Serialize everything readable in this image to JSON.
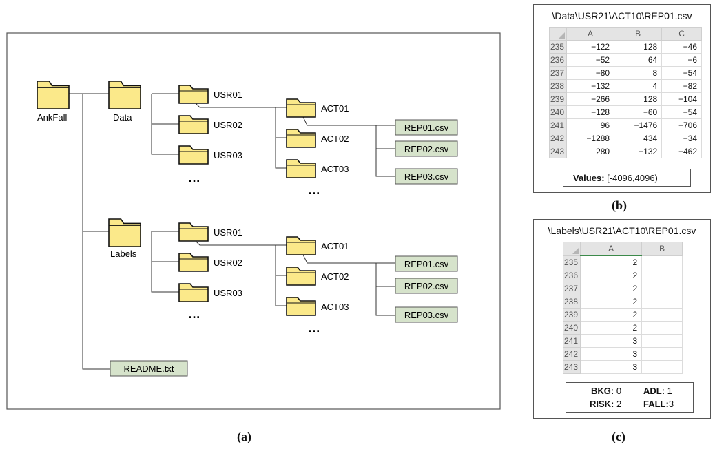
{
  "tree": {
    "nodes": [
      {
        "id": "ankfall",
        "kind": "folder",
        "label": "AnkFall"
      },
      {
        "id": "data",
        "kind": "folder",
        "label": "Data"
      },
      {
        "id": "labels",
        "kind": "folder",
        "label": "Labels"
      },
      {
        "id": "data-usr01",
        "kind": "folder",
        "label": "USR01"
      },
      {
        "id": "data-usr02",
        "kind": "folder",
        "label": "USR02"
      },
      {
        "id": "data-usr03",
        "kind": "folder",
        "label": "USR03"
      },
      {
        "id": "data-act01",
        "kind": "folder",
        "label": "ACT01"
      },
      {
        "id": "data-act02",
        "kind": "folder",
        "label": "ACT02"
      },
      {
        "id": "data-act03",
        "kind": "folder",
        "label": "ACT03"
      },
      {
        "id": "data-rep01",
        "kind": "file",
        "label": "REP01.csv"
      },
      {
        "id": "data-rep02",
        "kind": "file",
        "label": "REP02.csv"
      },
      {
        "id": "data-rep03",
        "kind": "file",
        "label": "REP03.csv"
      },
      {
        "id": "labels-usr01",
        "kind": "folder",
        "label": "USR01"
      },
      {
        "id": "labels-usr02",
        "kind": "folder",
        "label": "USR02"
      },
      {
        "id": "labels-usr03",
        "kind": "folder",
        "label": "USR03"
      },
      {
        "id": "labels-act01",
        "kind": "folder",
        "label": "ACT01"
      },
      {
        "id": "labels-act02",
        "kind": "folder",
        "label": "ACT02"
      },
      {
        "id": "labels-act03",
        "kind": "folder",
        "label": "ACT03"
      },
      {
        "id": "labels-rep01",
        "kind": "file",
        "label": "REP01.csv"
      },
      {
        "id": "labels-rep02",
        "kind": "file",
        "label": "REP02.csv"
      },
      {
        "id": "labels-rep03",
        "kind": "file",
        "label": "REP03.csv"
      },
      {
        "id": "readme",
        "kind": "file",
        "label": "README.txt"
      }
    ],
    "ellipsis": "…",
    "caption": "(a)",
    "colors": {
      "folder": "#fbe98a",
      "folder_stroke": "#111111",
      "file": "#d6e3cb",
      "file_stroke": "#555555"
    }
  },
  "panel_b": {
    "title": "\\Data\\USR21\\ACT10\\REP01.csv",
    "columns": [
      "A",
      "B",
      "C"
    ],
    "rows": [
      {
        "row": "235",
        "cells": [
          "−122",
          "128",
          "−46"
        ]
      },
      {
        "row": "236",
        "cells": [
          "−52",
          "64",
          "−6"
        ]
      },
      {
        "row": "237",
        "cells": [
          "−80",
          "8",
          "−54"
        ]
      },
      {
        "row": "238",
        "cells": [
          "−132",
          "4",
          "−82"
        ]
      },
      {
        "row": "239",
        "cells": [
          "−266",
          "128",
          "−104"
        ]
      },
      {
        "row": "240",
        "cells": [
          "−128",
          "−60",
          "−54"
        ]
      },
      {
        "row": "241",
        "cells": [
          "96",
          "−1476",
          "−706"
        ]
      },
      {
        "row": "242",
        "cells": [
          "−1288",
          "434",
          "−34"
        ]
      },
      {
        "row": "243",
        "cells": [
          "280",
          "−132",
          "−462"
        ]
      }
    ],
    "values_label": "Values:",
    "values_range": "[-4096,4096)",
    "caption": "(b)"
  },
  "panel_c": {
    "title": "\\Labels\\USR21\\ACT10\\REP01.csv",
    "columns": [
      "A",
      "B"
    ],
    "rows": [
      {
        "row": "235",
        "cells": [
          "2",
          ""
        ]
      },
      {
        "row": "236",
        "cells": [
          "2",
          ""
        ]
      },
      {
        "row": "237",
        "cells": [
          "2",
          ""
        ]
      },
      {
        "row": "238",
        "cells": [
          "2",
          ""
        ]
      },
      {
        "row": "239",
        "cells": [
          "2",
          ""
        ]
      },
      {
        "row": "240",
        "cells": [
          "2",
          ""
        ]
      },
      {
        "row": "241",
        "cells": [
          "3",
          ""
        ]
      },
      {
        "row": "242",
        "cells": [
          "3",
          ""
        ]
      },
      {
        "row": "243",
        "cells": [
          "3",
          ""
        ]
      }
    ],
    "legend": [
      {
        "key": "BKG:",
        "value": "0"
      },
      {
        "key": "ADL:",
        "value": "1"
      },
      {
        "key": "RISK:",
        "value": "2"
      },
      {
        "key": "FALL:",
        "value": "3"
      }
    ],
    "caption": "(c)"
  }
}
